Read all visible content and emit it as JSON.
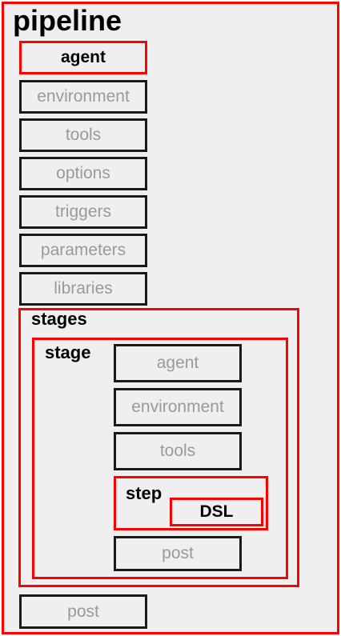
{
  "diagram": {
    "title": "pipeline",
    "top_items": [
      "agent",
      "environment",
      "tools",
      "options",
      "triggers",
      "parameters",
      "libraries"
    ],
    "stages_label": "stages",
    "stage_label": "stage",
    "stage_items": [
      "agent",
      "environment",
      "tools"
    ],
    "step_label": "step",
    "dsl_label": "DSL",
    "stage_post": "post",
    "post": "post"
  },
  "colors": {
    "highlight": "#ff0000",
    "border": "#1a1a1a",
    "fill": "#efefef",
    "muted_text": "#9a9a9a"
  }
}
